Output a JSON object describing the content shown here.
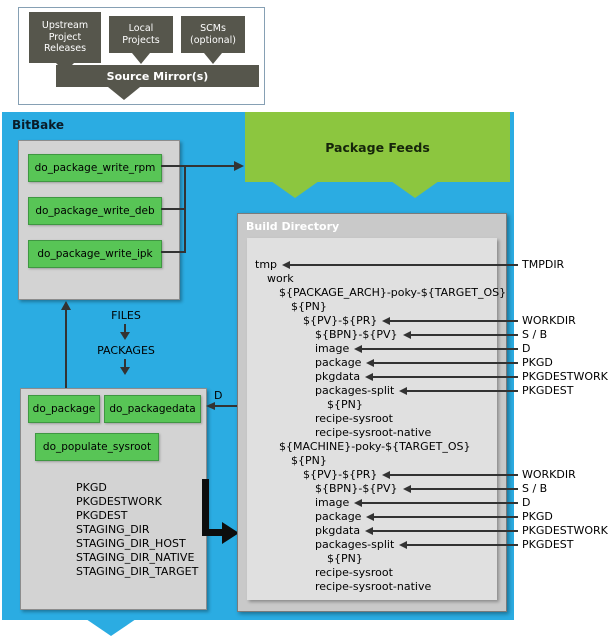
{
  "colors": {
    "blue": "#2BACE2",
    "task_green": "#58C556",
    "banner_green": "#8CC63F",
    "dark_olive": "#56564C",
    "panel_gray": "#D3D3D3",
    "build_gray": "#C9C9C9",
    "inner_gray": "#E0E0E0",
    "arrow": "#333333"
  },
  "upstream": {
    "boxes": [
      {
        "label": "Upstream\nProject\nReleases"
      },
      {
        "label": "Local\nProjects"
      },
      {
        "label": "SCMs\n(optional)"
      }
    ],
    "mirror_label": "Source Mirror(s)"
  },
  "bitbake": {
    "title": "BitBake",
    "write_tasks": [
      "do_package_write_rpm",
      "do_package_write_deb",
      "do_package_write_ipk"
    ],
    "flow_labels": [
      "FILES",
      "PACKAGES"
    ],
    "package_tasks": [
      "do_package",
      "do_packagedata",
      "do_populate_sysroot"
    ],
    "variables": [
      "PKGD",
      "PKGDESTWORK",
      "PKGDEST",
      "STAGING_DIR",
      "STAGING_DIR_HOST",
      "STAGING_DIR_NATIVE",
      "STAGING_DIR_TARGET"
    ],
    "d_label": "D"
  },
  "package_feeds": {
    "title": "Package Feeds"
  },
  "build_directory": {
    "title": "Build Directory",
    "tree": [
      {
        "text": "tmp",
        "indent": 0,
        "var": "TMPDIR"
      },
      {
        "text": "work",
        "indent": 1
      },
      {
        "text": "${PACKAGE_ARCH}-poky-${TARGET_OS}",
        "indent": 2
      },
      {
        "text": "${PN}",
        "indent": 3
      },
      {
        "text": "${PV}-${PR}",
        "indent": 4,
        "var": "WORKDIR"
      },
      {
        "text": "${BPN}-${PV}",
        "indent": 5,
        "var": "S / B"
      },
      {
        "text": "image",
        "indent": 5,
        "var": "D"
      },
      {
        "text": "package",
        "indent": 5,
        "var": "PKGD"
      },
      {
        "text": "pkgdata",
        "indent": 5,
        "var": "PKGDESTWORK"
      },
      {
        "text": "packages-split",
        "indent": 5,
        "var": "PKGDEST"
      },
      {
        "text": "${PN}",
        "indent": 6
      },
      {
        "text": "recipe-sysroot",
        "indent": 5
      },
      {
        "text": "recipe-sysroot-native",
        "indent": 5
      },
      {
        "text": "${MACHINE}-poky-${TARGET_OS}",
        "indent": 2
      },
      {
        "text": "${PN}",
        "indent": 3
      },
      {
        "text": "${PV}-${PR}",
        "indent": 4,
        "var": "WORKDIR"
      },
      {
        "text": "${BPN}-${PV}",
        "indent": 5,
        "var": "S / B"
      },
      {
        "text": "image",
        "indent": 5,
        "var": "D"
      },
      {
        "text": "package",
        "indent": 5,
        "var": "PKGD"
      },
      {
        "text": "pkgdata",
        "indent": 5,
        "var": "PKGDESTWORK"
      },
      {
        "text": "packages-split",
        "indent": 5,
        "var": "PKGDEST"
      },
      {
        "text": "${PN}",
        "indent": 6
      },
      {
        "text": "recipe-sysroot",
        "indent": 5
      },
      {
        "text": "recipe-sysroot-native",
        "indent": 5
      }
    ]
  }
}
